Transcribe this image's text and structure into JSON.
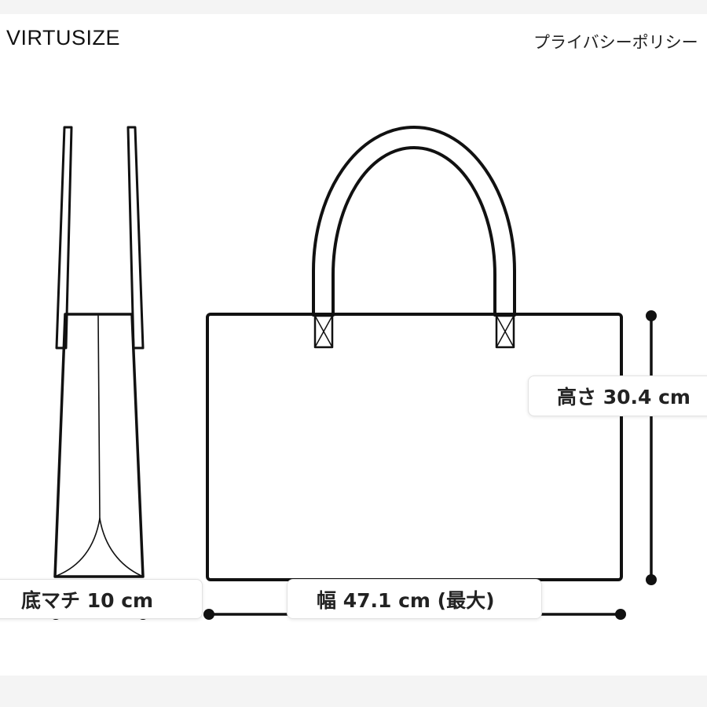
{
  "header": {
    "brand": "VIRTUSIZE",
    "privacy_link": "プライバシーポリシー"
  },
  "measurements": {
    "depth_label": "底マチ 10 cm",
    "width_label": "幅 47.1 cm (最大)",
    "height_label": "高さ 30.4 cm"
  },
  "colors": {
    "line": "#111111",
    "background": "#ffffff",
    "outer": "#f4f4f4"
  },
  "icons": {
    "bag_front": "tote-bag-front-outline",
    "bag_side": "tote-bag-side-outline"
  }
}
